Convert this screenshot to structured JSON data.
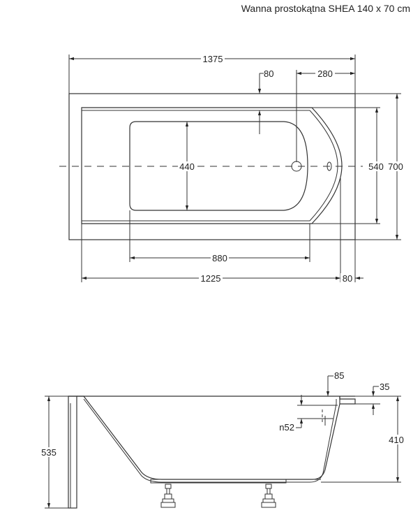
{
  "title": "Wanna prostokątna SHEA 140 x 70 cm",
  "top_view": {
    "overall_length": "1375",
    "drain_offset": "280",
    "rim_offset": "80",
    "basin_width": "440",
    "inner_width": "540",
    "overall_width": "700",
    "basin_length": "880",
    "inner_length": "1225",
    "end_rim": "80"
  },
  "side_view": {
    "rim_width": "85",
    "rim_thickness": "35",
    "drain_diameter": "n52",
    "depth": "410",
    "total_height": "535"
  }
}
